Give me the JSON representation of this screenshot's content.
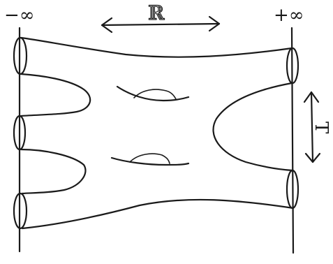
{
  "labels": {
    "minus_infinity": "−∞",
    "plus_infinity": "+∞",
    "r_label": "ℝ",
    "t_label": "T"
  },
  "ends": {
    "left_count": 3,
    "right_count": 2
  },
  "handles": 2
}
